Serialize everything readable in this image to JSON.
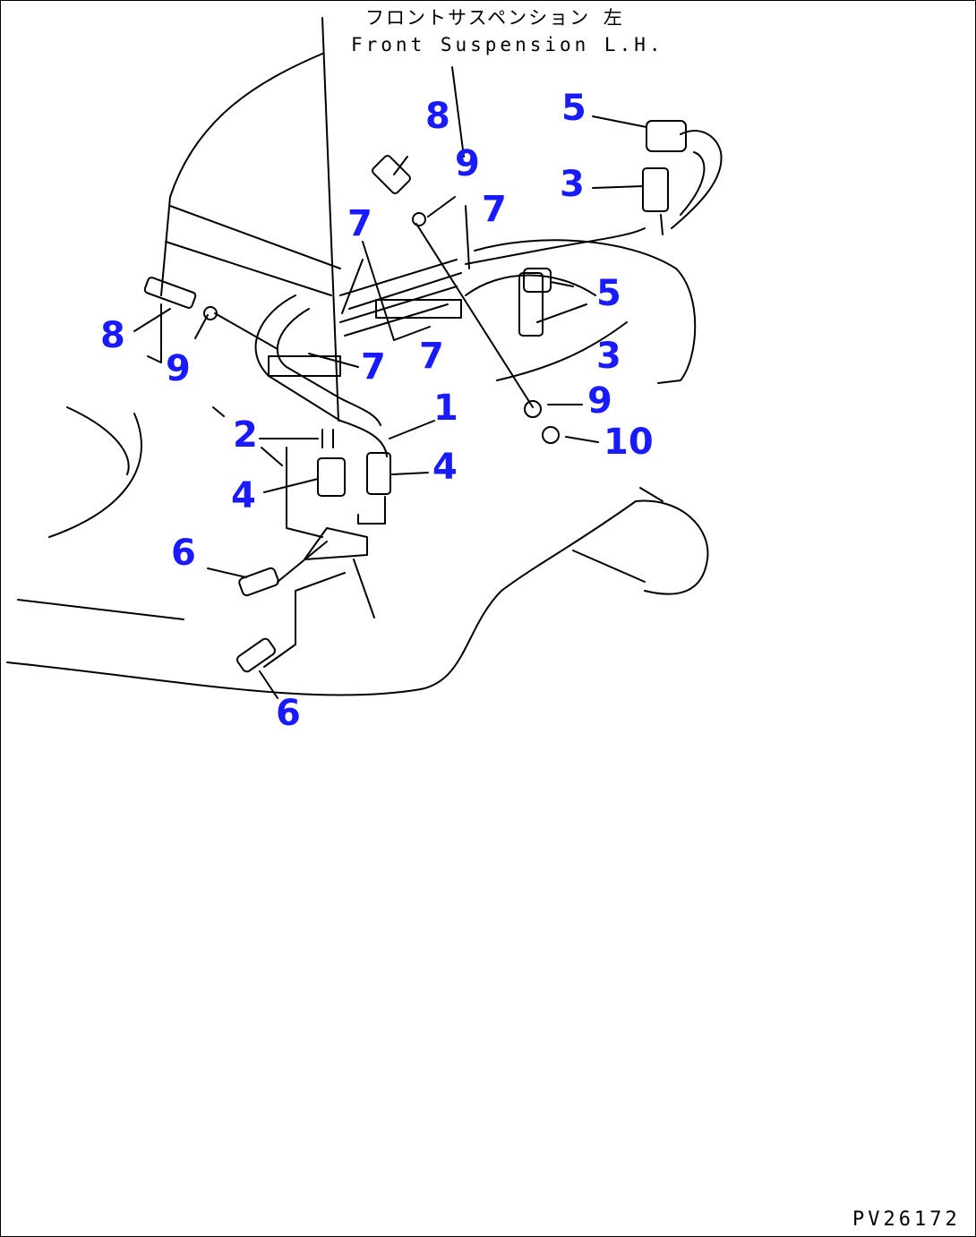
{
  "title": {
    "japanese": "フロントサスペンション 左",
    "english": "Front Suspension L.H."
  },
  "document_code": "PV26172",
  "colors": {
    "callout": "#1a1aff",
    "line": "#000000",
    "background": "#ffffff"
  },
  "callouts": {
    "c1": "1",
    "c2": "2",
    "c3a": "3",
    "c3b": "3",
    "c4a": "4",
    "c4b": "4",
    "c5a": "5",
    "c5b": "5",
    "c6a": "6",
    "c6b": "6",
    "c7a": "7",
    "c7b": "7",
    "c7c": "7",
    "c7d": "7",
    "c8a": "8",
    "c8b": "8",
    "c9a": "9",
    "c9b": "9",
    "c9c": "9",
    "c10": "10"
  }
}
